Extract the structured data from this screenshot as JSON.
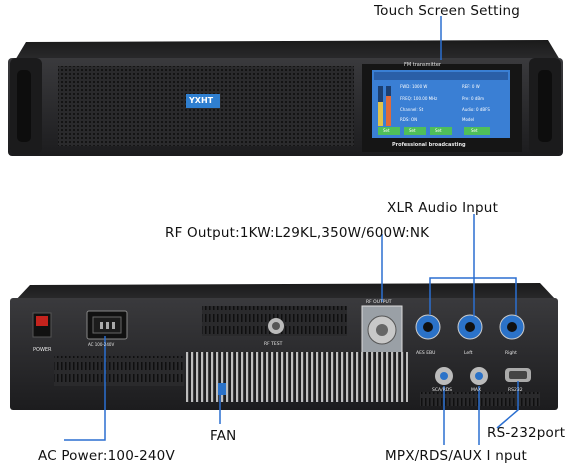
{
  "callouts": {
    "touch_screen": "Touch Screen Setting",
    "xlr": "XLR Audio Input",
    "rf_output": "RF Output:1KW:L29KL,350W/600W:NK",
    "fan": "FAN",
    "rs232": "RS-232port",
    "ac_power": "AC Power:100-240V",
    "mpx": "MPX/RDS/AUX I nput"
  },
  "front_panel": {
    "brand": "YXHT",
    "screen_title": "FM transmitter",
    "screen_footer": "Professional broadcasting",
    "screen_readouts": [
      "FWD: 1000 W",
      "REF: 0 W",
      "FREQ: 100.00 MHz",
      "Pre: 0 dBm",
      "Channel: St",
      "Audio: 0 dBFS",
      "RDS: ON",
      "Model"
    ],
    "screen_buttons": [
      "Set",
      "Set",
      "Set",
      "Set"
    ]
  },
  "rear_panel": {
    "power_label": "POWER",
    "ac_label": "AC 100-240V",
    "rf_test_label": "RF TEST",
    "rf_output_label": "RF OUTPUT",
    "aes_label": "AES EBU",
    "left_label": "Left",
    "right_label": "Right",
    "sca_label": "SCA/RDS",
    "mpx_label": "MAX",
    "rs232_label": "RS232"
  },
  "colors": {
    "chassis": "#2b2b2d",
    "screen": "#3a7fd4",
    "connector_blue": "#2b72c8",
    "brand_badge": "#2f7fd0"
  }
}
